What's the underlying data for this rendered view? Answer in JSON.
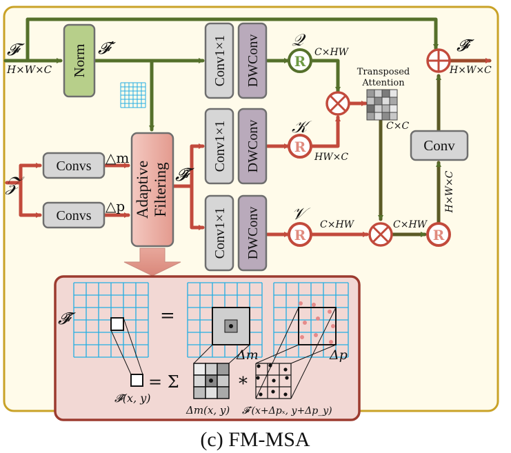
{
  "caption": "(c) FM-MSA",
  "colors": {
    "frame_border": "#c9a227",
    "frame_fill": "#fffbea",
    "olive": "#55702b",
    "red": "#c24a3c",
    "blue_grid": "#22aee2",
    "norm_fill": "#b7cf8a",
    "gray_fill": "#d6d6d6",
    "purple_fill": "#b9aabb",
    "af_fill": "#e7a79c",
    "detail_fill": "#f2d8d4",
    "detail_border": "#9c3b2f"
  },
  "inputs": {
    "f_label": "𝓕",
    "f_dims": "H×W×C",
    "z_label": "𝒵"
  },
  "blocks": {
    "norm": "Norm",
    "f_prime": "𝓕′",
    "conv1x1": "Conv1×1",
    "dwconv": "DWConv",
    "convs": "Convs",
    "adaptive_line1": "Adaptive",
    "adaptive_line2": "Filtering",
    "conv": "Conv",
    "f_tilde": "𝓕̃"
  },
  "offsets": {
    "delta_m": "△m",
    "delta_p": "△p"
  },
  "qkv": {
    "q": "𝒬",
    "k": "𝒦",
    "v": "𝒱",
    "reshape": "R",
    "q_dims": "C×HW",
    "k_dims": "HW×C",
    "v_dims": "C×HW",
    "out_dims": "C×HW"
  },
  "attention": {
    "title_line1": "Transposed",
    "title_line2": "Attention",
    "dims": "C×C"
  },
  "output": {
    "label": "𝓕̂",
    "dims": "H×W×C",
    "branch_dims": "H×W×C"
  },
  "detail": {
    "f_tilde": "𝓕̃",
    "equals": "=",
    "delta_m": "Δm",
    "delta_p": "Δp",
    "f_tilde_xy": "𝓕̃(x, y)",
    "sum": "= Σ",
    "star": "*",
    "dm_xy": "Δm(x, y)",
    "fprime_shift": "𝓕′(x+Δpₓ, y+Δp_y)"
  }
}
